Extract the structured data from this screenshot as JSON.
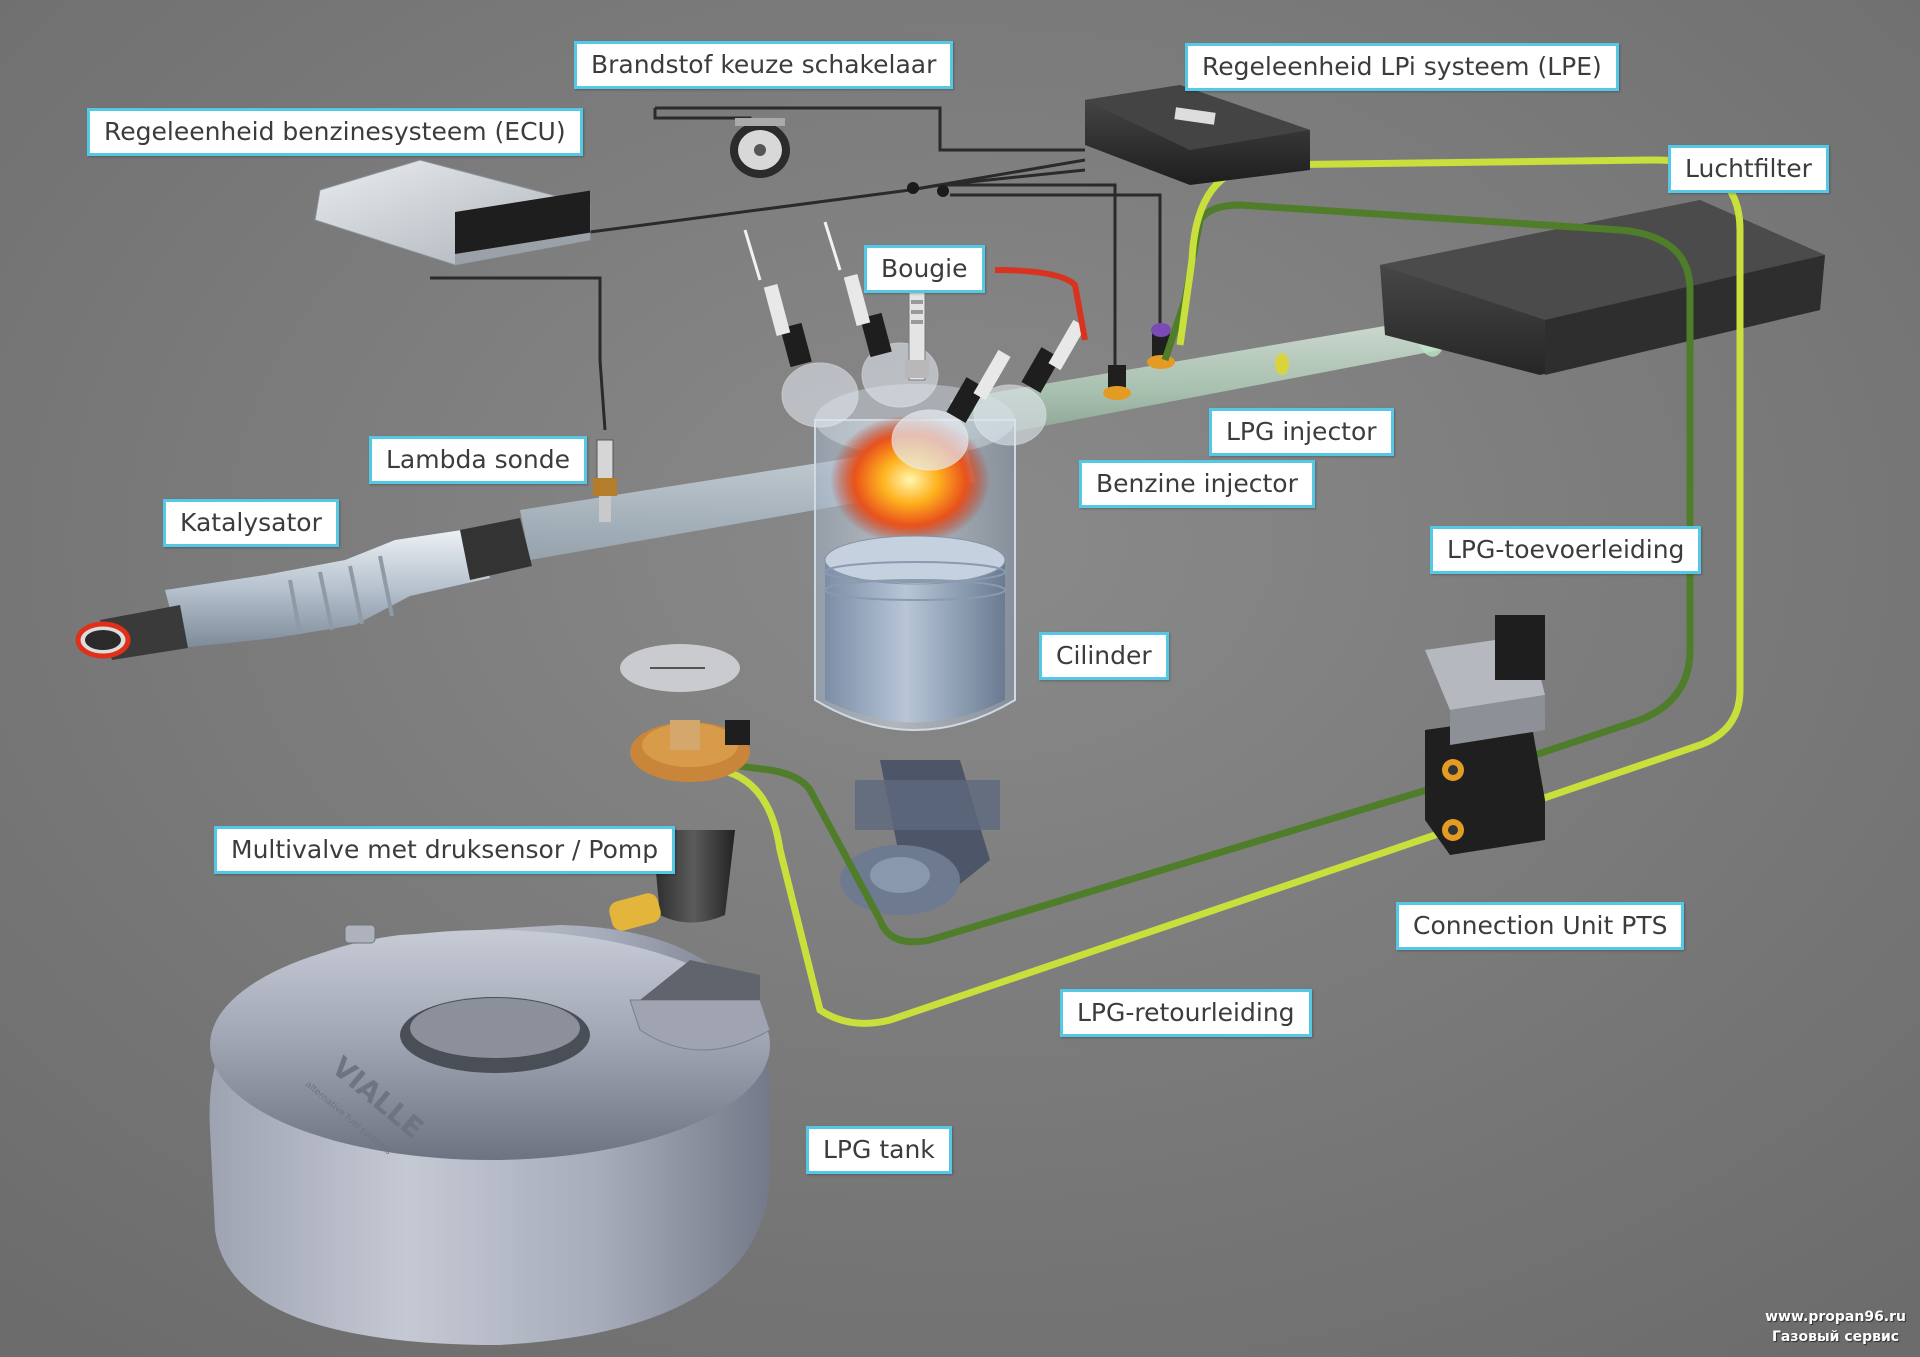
{
  "diagram": {
    "labels": {
      "fuel_switch": "Brandstof  keuze schakelaar",
      "lpe": "Regeleenheid LPi systeem (LPE)",
      "ecu": "Regeleenheid benzinesysteem (ECU)",
      "air_filter": "Luchtfilter",
      "spark_plug": "Bougie",
      "lpg_injector": "LPG injector",
      "lambda_sensor": "Lambda sonde",
      "petrol_injector": "Benzine injector",
      "catalyst": "Katalysator",
      "lpg_supply_line": "LPG-toevoerleiding",
      "cylinder": "Cilinder",
      "multivalve": "Multivalve met druksensor / Pomp",
      "connection_unit": "Connection Unit PTS",
      "lpg_return_line": "LPG-retourleiding",
      "lpg_tank": "LPG tank"
    },
    "tank_brand": "VIALLE",
    "tank_tagline": "alternative fuel systems"
  },
  "colors": {
    "background": "#7a7a7a",
    "callout_border": "#55c8e6",
    "supply_line": "#4f7d2a",
    "return_line": "#c8df3c",
    "wire": "#2a2a2a",
    "ignition_wire": "#d8331f"
  },
  "watermark": {
    "line1": "www.propan96.ru",
    "line2": "Газовый сервис"
  }
}
